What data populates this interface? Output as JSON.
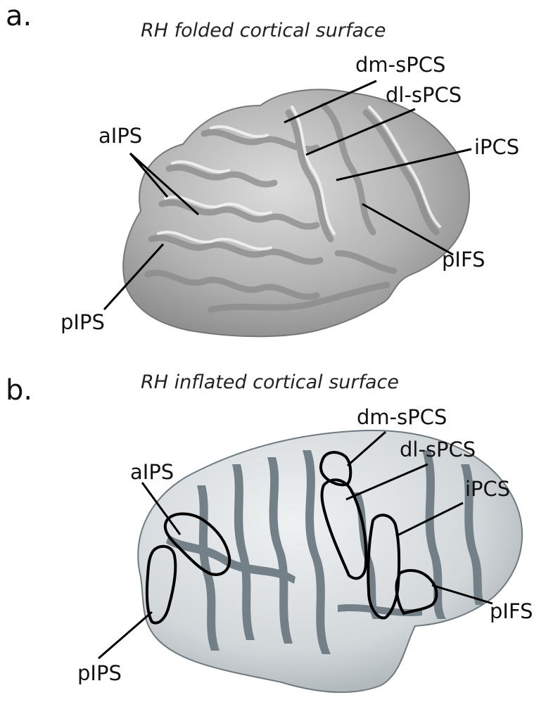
{
  "panel_a": {
    "letter": "a.",
    "title": "RH folded cortical surface",
    "labels": {
      "dm_sPCS": "dm-sPCS",
      "dl_sPCS": "dl-sPCS",
      "aIPS": "aIPS",
      "iPCS": "iPCS",
      "pIFS": "pIFS",
      "pIPS": "pIPS"
    }
  },
  "panel_b": {
    "letter": "b.",
    "title": "RH inflated cortical surface",
    "labels": {
      "dm_sPCS": "dm-sPCS",
      "dl_sPCS": "dl-sPCS",
      "aIPS": "aIPS",
      "iPCS": "iPCS",
      "pIFS": "pIFS",
      "pIPS": "pIPS"
    }
  },
  "colors": {
    "folded_surface": "#b8b8b8",
    "inflated_surface": "#d6dadd",
    "sulci": "#6e7b83",
    "outline": "#000000"
  }
}
